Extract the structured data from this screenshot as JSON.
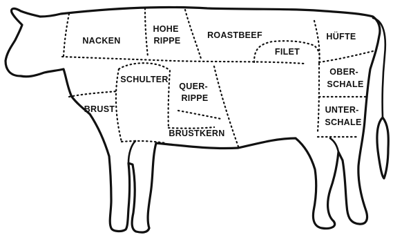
{
  "diagram": {
    "cuts": [
      {
        "key": "nacken",
        "lines": [
          "NACKEN"
        ]
      },
      {
        "key": "hohe-rippe",
        "lines": [
          "HOHE",
          "RIPPE"
        ]
      },
      {
        "key": "roastbeef",
        "lines": [
          "ROASTBEEF"
        ]
      },
      {
        "key": "filet",
        "lines": [
          "FILET"
        ]
      },
      {
        "key": "huefte",
        "lines": [
          "HÜFTE"
        ]
      },
      {
        "key": "schulter",
        "lines": [
          "SCHULTER"
        ]
      },
      {
        "key": "querrippe",
        "lines": [
          "QUER-",
          "RIPPE"
        ]
      },
      {
        "key": "oberschale",
        "lines": [
          "OBER-",
          "SCHALE"
        ]
      },
      {
        "key": "brust",
        "lines": [
          "BRUST"
        ]
      },
      {
        "key": "unterschale",
        "lines": [
          "UNTER-",
          "SCHALE"
        ]
      },
      {
        "key": "brustkern",
        "lines": [
          "BRUSTKERN"
        ]
      }
    ]
  }
}
